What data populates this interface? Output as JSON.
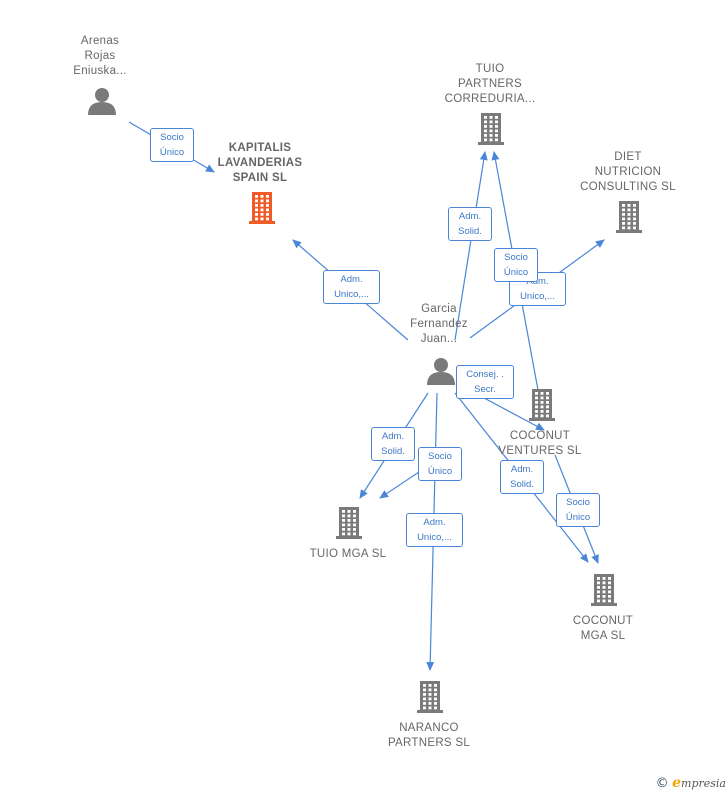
{
  "colors": {
    "edge": "#4a86d8",
    "node_company": "#7a7a7a",
    "node_focus": "#f05a28",
    "node_person": "#7a7a7a"
  },
  "nodes": [
    {
      "id": "arenas",
      "type": "person",
      "label": "Arenas\nRojas\nEniuska..."
    },
    {
      "id": "kapitalis",
      "type": "company",
      "focus": true,
      "label": "KAPITALIS\nLAVANDERIAS\nSPAIN SL"
    },
    {
      "id": "tuio_partners",
      "type": "company",
      "label": "TUIO\nPARTNERS\nCORREDURIA..."
    },
    {
      "id": "diet",
      "type": "company",
      "label": "DIET\nNUTRICION\nCONSULTING SL"
    },
    {
      "id": "garcia",
      "type": "person",
      "label": "Garcia\nFernandez\nJuan..."
    },
    {
      "id": "coconut_ventures",
      "type": "company",
      "label": "COCONUT\nVENTURES SL"
    },
    {
      "id": "tuio_mga",
      "type": "company",
      "label": "TUIO MGA SL"
    },
    {
      "id": "coconut_mga",
      "type": "company",
      "label": "COCONUT\nMGA SL"
    },
    {
      "id": "naranco",
      "type": "company",
      "label": "NARANCO\nPARTNERS SL"
    }
  ],
  "edges": [
    {
      "from": "arenas",
      "to": "kapitalis",
      "label": "Socio\nÚnico"
    },
    {
      "from": "garcia",
      "to": "kapitalis",
      "label": "Adm.\nUnico,..."
    },
    {
      "from": "garcia",
      "to": "tuio_partners",
      "label": "Adm.\nSolid."
    },
    {
      "from": "garcia",
      "to": "diet",
      "label": "Adm.\nUnico,..."
    },
    {
      "from": "coconut_ventures",
      "to": "tuio_partners",
      "label": "Socio\nÚnico"
    },
    {
      "from": "garcia",
      "to": "coconut_ventures",
      "label": "Consej. .\nSecr."
    },
    {
      "from": "garcia",
      "to": "tuio_mga",
      "label": "Adm.\nSolid."
    },
    {
      "from": "garcia",
      "to": "tuio_mga",
      "label": "Socio\nÚnico"
    },
    {
      "from": "garcia",
      "to": "naranco",
      "label": "Adm.\nUnico,..."
    },
    {
      "from": "garcia",
      "to": "coconut_mga",
      "label": "Adm.\nSolid."
    },
    {
      "from": "coconut_ventures",
      "to": "coconut_mga",
      "label": "Socio\nÚnico"
    }
  ],
  "footer": {
    "copyright": "©",
    "brand_initial": "e",
    "brand_rest": "mpresia"
  }
}
